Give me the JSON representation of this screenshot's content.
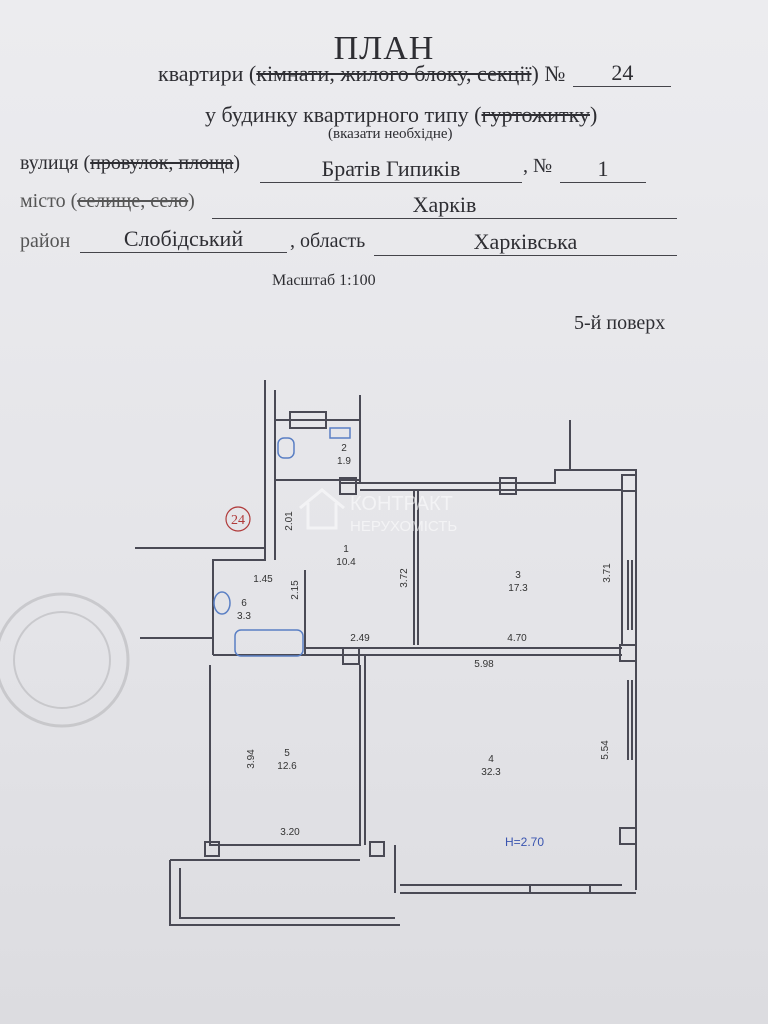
{
  "header": {
    "title": "ПЛАН",
    "line1_prefix": "квартири (",
    "line1_struck": "кімнати, жилого блоку, секції",
    "line1_suffix": ") №",
    "apartment_no": "24",
    "line2_prefix": "у будинку квартирного типу (",
    "line2_struck": "гуртожитку",
    "line2_suffix": ")",
    "note": "(вказати необхідне)"
  },
  "address": {
    "street_label": "вулиця (",
    "street_struck": "провулок, площа",
    "street_label_end": ")",
    "street_value": "Братів Гипиків",
    "number_label": ", №",
    "number_value": "1",
    "city_label": "місто (",
    "city_struck": "селище, село",
    "city_label_end": ")",
    "city_value": "Харків",
    "district_label": "район",
    "district_value": "Слобідський",
    "region_label": ", область",
    "region_value": "Харківська"
  },
  "scale": "Масштаб 1:100",
  "floor": "5-й поверх",
  "plan": {
    "apartment_marker": "24",
    "ceiling_height": "H=2.70",
    "rooms": [
      {
        "no": "1",
        "area": "10.4"
      },
      {
        "no": "2",
        "area": "1.9"
      },
      {
        "no": "3",
        "area": "17.3"
      },
      {
        "no": "4",
        "area": "32.3"
      },
      {
        "no": "5",
        "area": "12.6"
      },
      {
        "no": "6",
        "area": "3.3"
      }
    ],
    "dimensions": [
      "2.01",
      "1.45",
      "2.15",
      "3.72",
      "3.71",
      "2.49",
      "4.70",
      "5.98",
      "3.94",
      "5.54",
      "3.20"
    ],
    "colors": {
      "lines": "#4a4a55",
      "fixtures": "#5a7fc4",
      "marker": "#b03a3a",
      "height_label": "#3a55b0"
    }
  },
  "watermark": {
    "line1": "КОНТРАКТ",
    "line2": "НЕРУХОМІСТЬ"
  }
}
